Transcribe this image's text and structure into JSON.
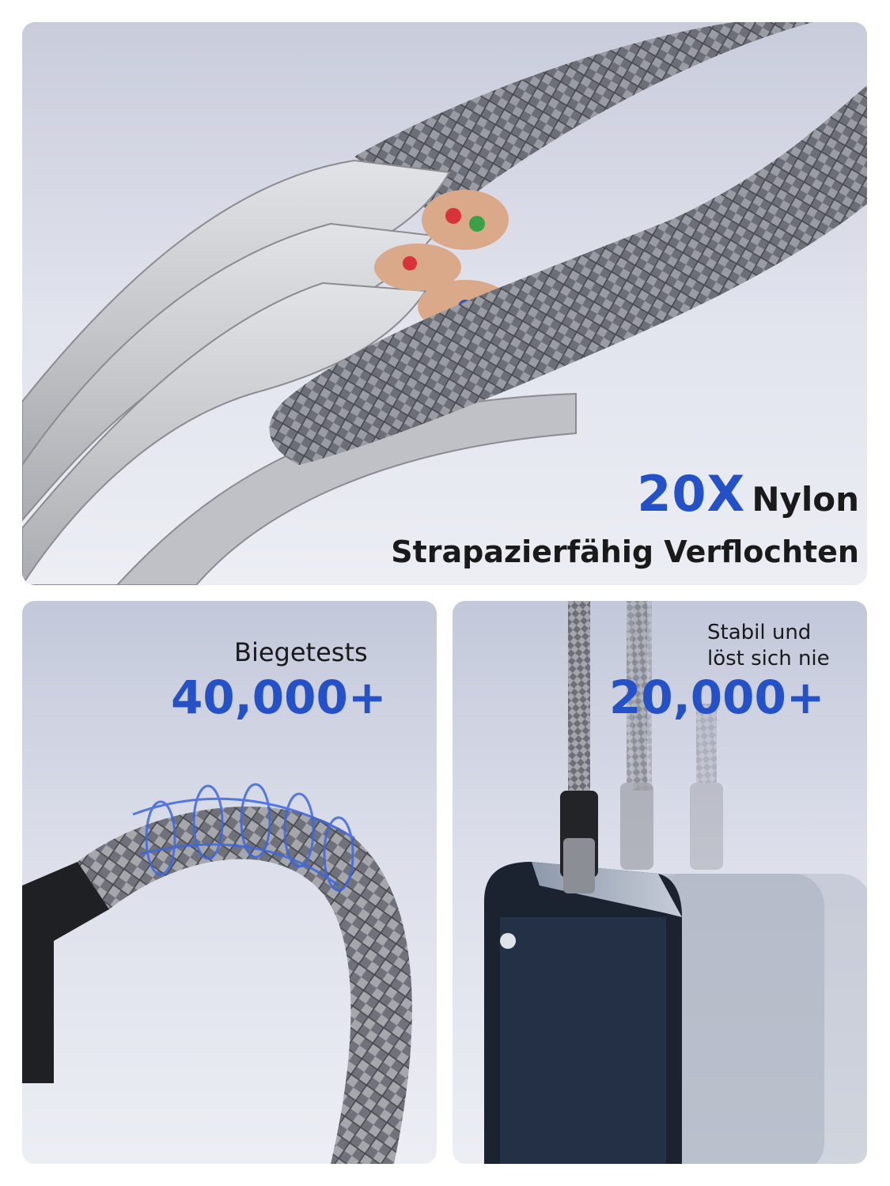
{
  "panels": {
    "top": {
      "headline_big": "20X",
      "headline_word": "Nylon",
      "subline": "Strapazierfähig Verflochten"
    },
    "bottom_left": {
      "label": "Biegetests",
      "big_number": "40,000+"
    },
    "bottom_right": {
      "label_line1": "Stabil und",
      "label_line2": "löst sich nie",
      "big_number": "20,000+"
    }
  },
  "colors": {
    "accent_blue": "#2451c7",
    "text_dark": "#1a1a1a",
    "panel_bg": "#dcdfea",
    "braid_gray": "#7b7e86",
    "jacket_gray": "#cfd0d3"
  },
  "icons": [
    "braided-cable-icon",
    "cut-cable-icon",
    "phone-icon",
    "connector-icon"
  ]
}
